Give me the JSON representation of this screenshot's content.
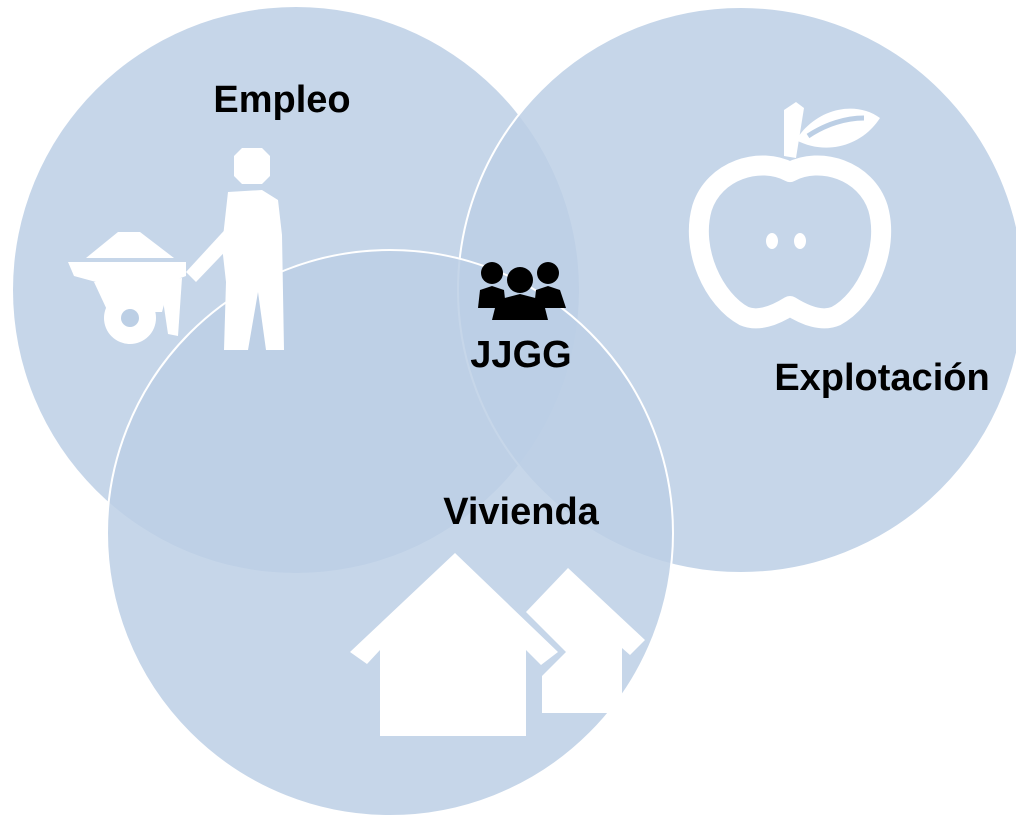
{
  "diagram": {
    "type": "venn",
    "sets": [
      {
        "label": "Empleo",
        "icon": "worker-wheelbarrow-icon"
      },
      {
        "label": "Explotación",
        "icon": "apple-icon"
      },
      {
        "label": "Vivienda",
        "icon": "houses-icon"
      }
    ],
    "center": {
      "label": "JJGG",
      "icon": "group-people-icon"
    },
    "colors": {
      "circle_fill": "#bccfe5",
      "circle_stroke": "#ffffff",
      "icon_fill": "#ffffff",
      "text": "#000000"
    }
  }
}
